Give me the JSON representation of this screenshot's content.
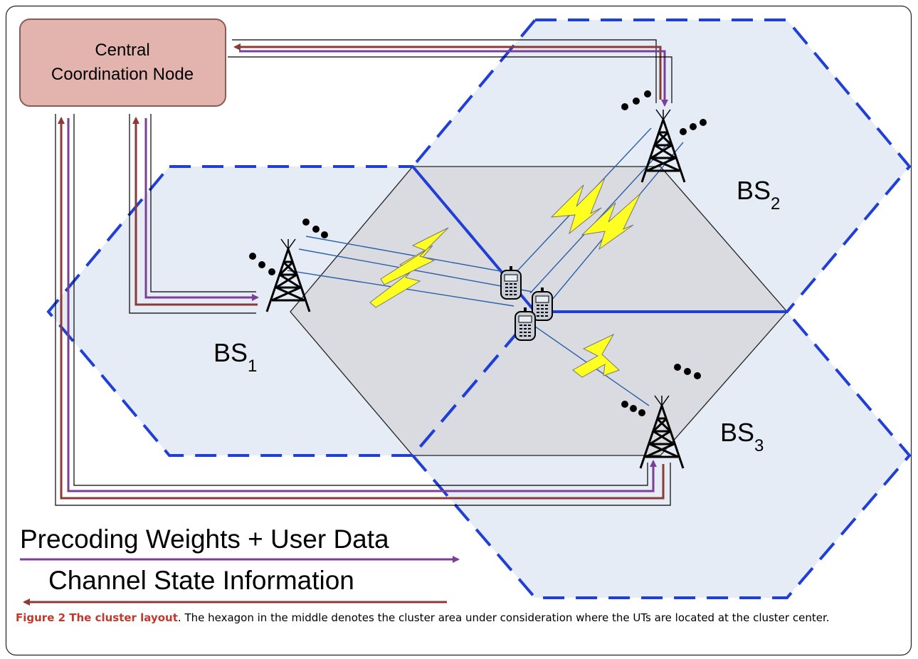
{
  "coordination_node": {
    "line1": "Central",
    "line2": "Coordination Node"
  },
  "base_stations": [
    {
      "name": "BS",
      "subscript": "1"
    },
    {
      "name": "BS",
      "subscript": "2"
    },
    {
      "name": "BS",
      "subscript": "3"
    }
  ],
  "legend": {
    "precoding": "Precoding Weights + User Data",
    "csi": "Channel State Information"
  },
  "caption": {
    "title": "Figure 2 The cluster layout",
    "text": ". The hexagon in the middle denotes the cluster area under consideration where the UTs are located at the cluster center."
  },
  "colors": {
    "cell_fill": "#e6ecf6",
    "cluster_fill": "#d9dbe1",
    "cell_border": "#1f3fd6",
    "node_fill": "#e3b4ae",
    "node_border": "#8c5a55",
    "precoding_arrow": "#7c3f97",
    "csi_arrow": "#8b3a36",
    "bolt": "#ffff22",
    "caption_title": "#c0392b"
  }
}
